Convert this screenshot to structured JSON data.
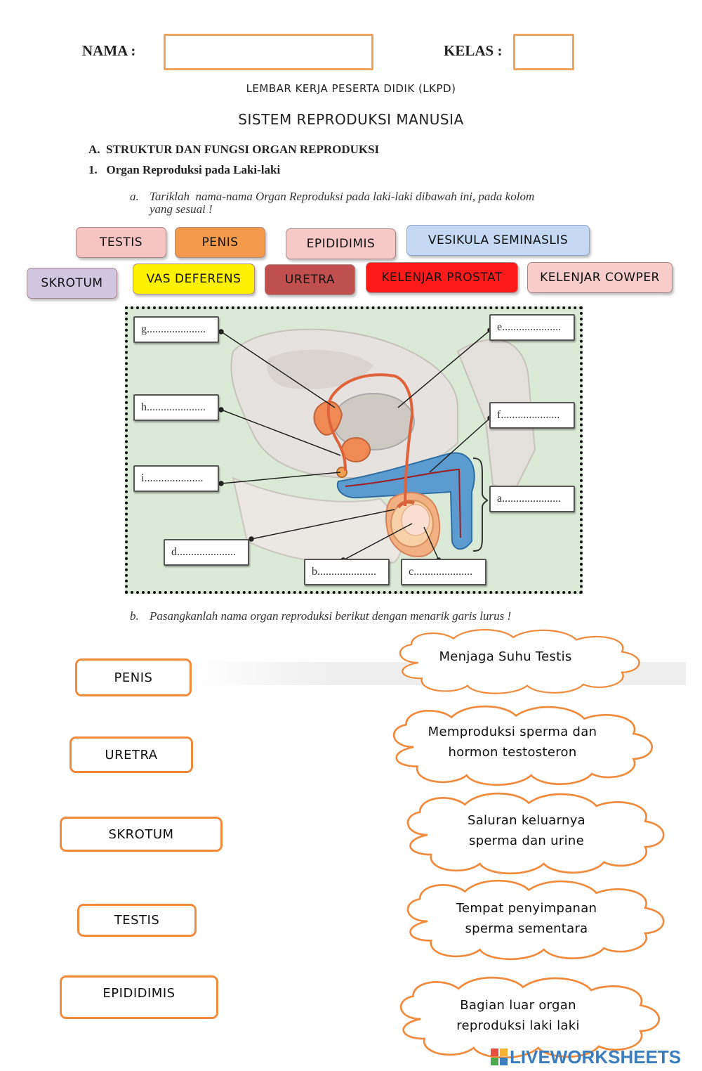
{
  "header": {
    "name_label": "NAMA :",
    "class_label": "KELAS :",
    "subtitle": "LEMBAR KERJA PESERTA DIDIK (LKPD)",
    "title": "SISTEM REPRODUKSI MANUSIA"
  },
  "section": {
    "heading": "A.  STRUKTUR DAN FUNGSI ORGAN REPRODUKSI",
    "subheading": "1.   Organ Reproduksi pada Laki-laki",
    "instruction_a_marker": "a.",
    "instruction_a_line1": "Tariklah  nama-nama Organ Reproduksi pada laki-laki dibawah ini, pada kolom",
    "instruction_a_line2": "yang sesuai !",
    "instruction_b_marker": "b.",
    "instruction_b": "Pasangkanlah nama organ reproduksi berikut dengan menarik garis lurus !"
  },
  "chips": [
    {
      "label": "TESTIS",
      "color": "#f7c4c4"
    },
    {
      "label": "PENIS",
      "color": "#f39a4c"
    },
    {
      "label": "EPIDIDIMIS",
      "color": "#f7c8c8"
    },
    {
      "label": "VESIKULA SEMINASLIS",
      "color": "#c5d9f5"
    },
    {
      "label": "SKROTUM",
      "color": "#d2c7e0"
    },
    {
      "label": "VAS DEFERENS",
      "color": "#fff200"
    },
    {
      "label": "URETRA",
      "color": "#c0504d"
    },
    {
      "label": "KELENJAR PROSTAT",
      "color": "#ff1a1a"
    },
    {
      "label": "KELENJAR COWPER",
      "color": "#f9cccc"
    }
  ],
  "diagram_labels": {
    "g": "g.....................",
    "h": "h.....................",
    "i": "i.....................",
    "d": "d.....................",
    "b": "b.....................",
    "c": "c.....................",
    "e": "e.....................",
    "f": "f.....................",
    "a": "a....................."
  },
  "match_left": [
    "PENIS",
    "URETRA",
    "SKROTUM",
    "TESTIS",
    "EPIDIDIMIS"
  ],
  "match_right": [
    {
      "line1": "Menjaga Suhu Testis",
      "line2": ""
    },
    {
      "line1": "Memproduksi sperma dan",
      "line2": "hormon testosteron"
    },
    {
      "line1": "Saluran keluarnya",
      "line2": "sperma dan urine"
    },
    {
      "line1": "Tempat penyimpanan",
      "line2": "sperma sementara"
    },
    {
      "line1": "Bagian luar organ",
      "line2": "reproduksi laki laki"
    }
  ],
  "brand": {
    "logo_text": "LIVEWORKSHEETS",
    "logo_color": "#3c7dbd"
  }
}
